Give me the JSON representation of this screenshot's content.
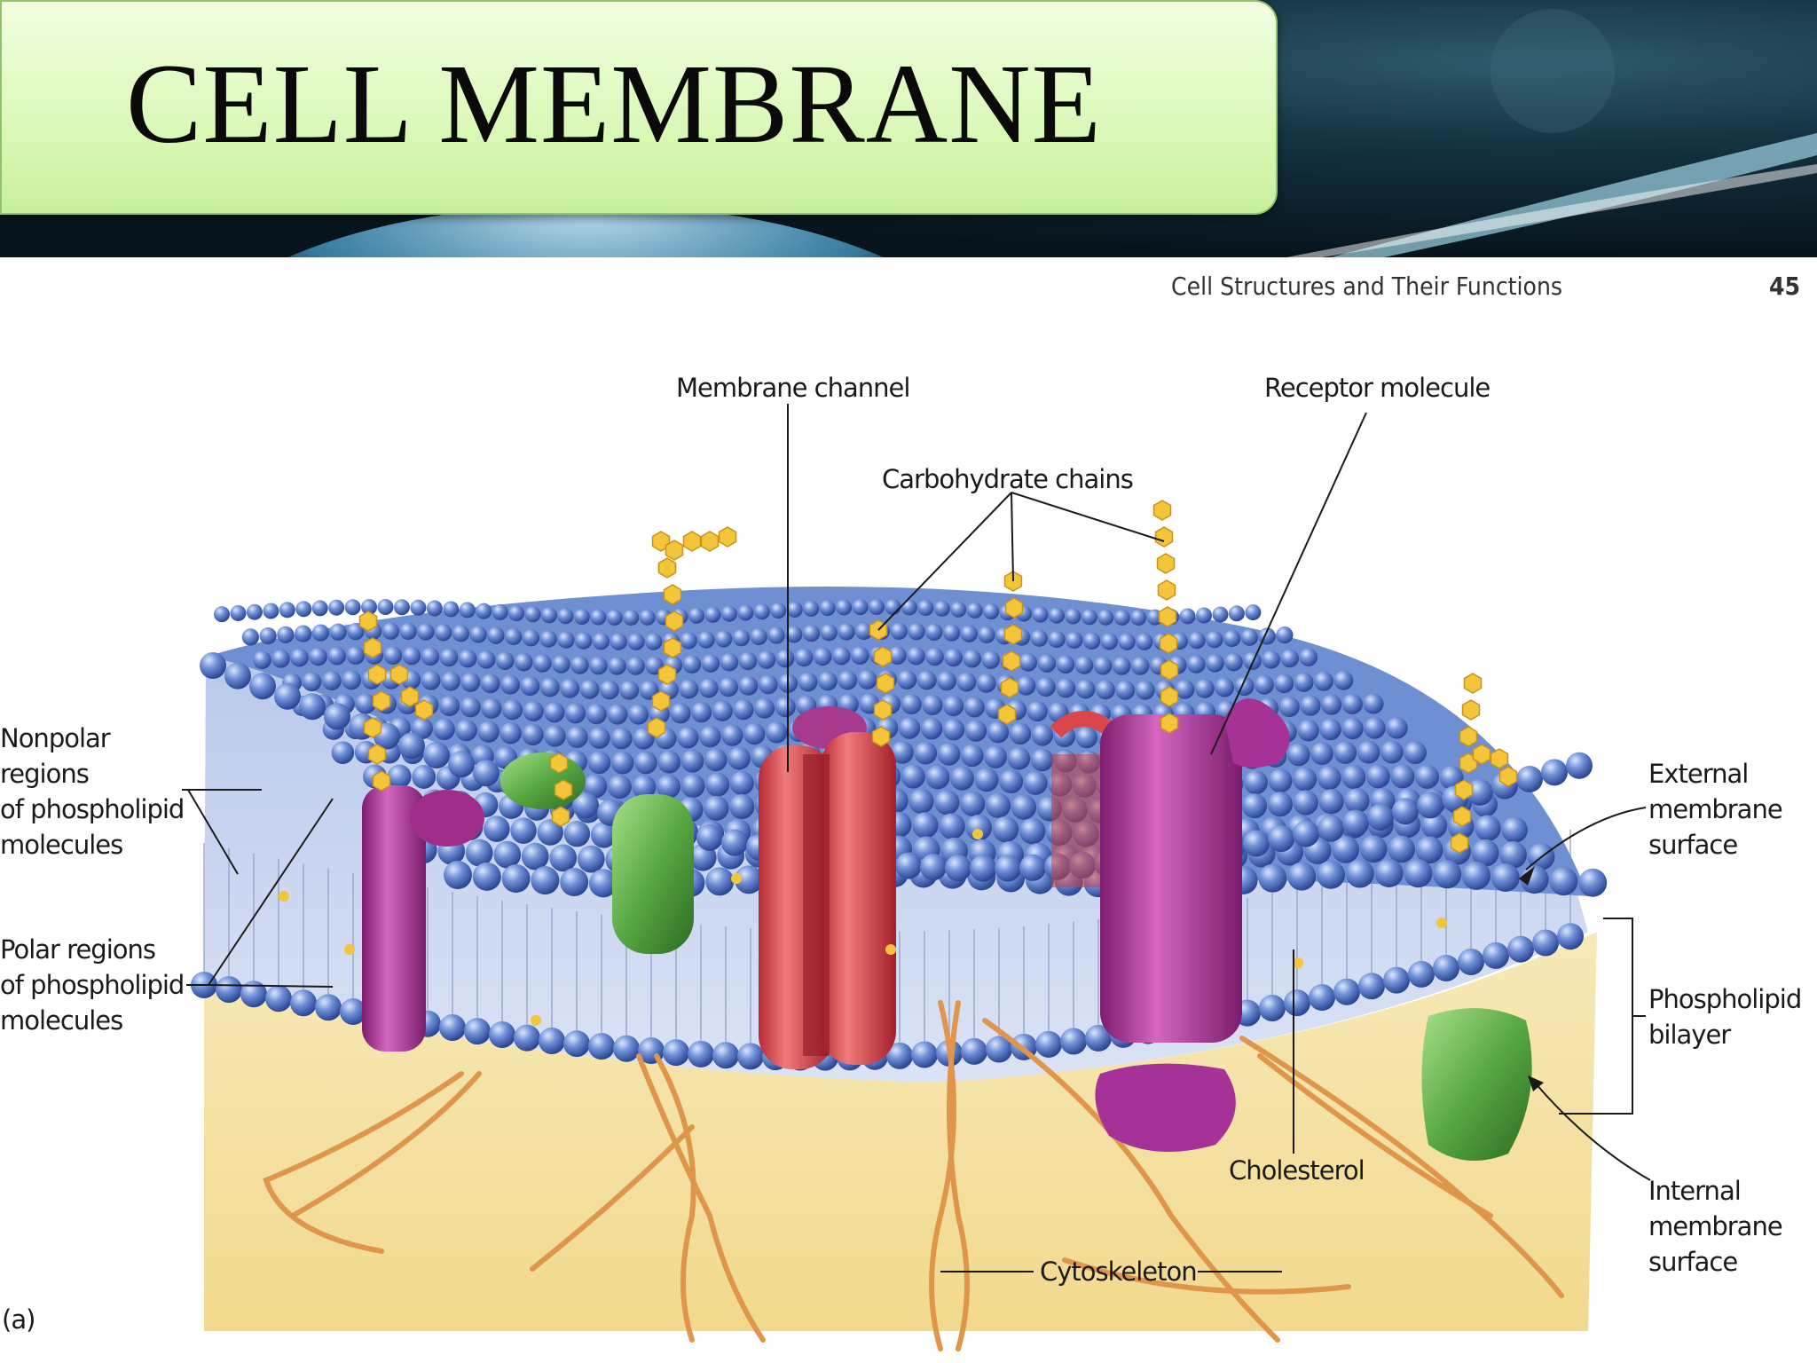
{
  "slide": {
    "title": "CELL MEMBRANE"
  },
  "page_header": {
    "section": "Cell Structures and Their Functions",
    "page_number": "45"
  },
  "diagram": {
    "labels": {
      "membrane_channel": "Membrane channel",
      "receptor_molecule": "Receptor molecule",
      "carbohydrate_chains": "Carbohydrate chains",
      "nonpolar_regions": [
        "Nonpolar",
        "regions",
        "of phospholipid",
        "molecules"
      ],
      "polar_regions": [
        "Polar regions",
        "of phospholipid",
        "molecules"
      ],
      "external_surface": [
        "External",
        "membrane",
        "surface"
      ],
      "bilayer": [
        "Phospholipid",
        "bilayer"
      ],
      "internal_surface": [
        "Internal",
        "membrane",
        "surface"
      ],
      "cholesterol": "Cholesterol",
      "cytoskeleton": "Cytoskeleton",
      "panel_letter": "(a)"
    }
  },
  "colors": {
    "title_box": "#d6f7b0",
    "phospholipid_head": "#5b7fc8",
    "channel_protein": "#d9464b",
    "receptor_protein": "#b0329a",
    "green_protein": "#5aa845",
    "carbohydrate": "#f4c43a",
    "cytoskeleton": "#e0964a",
    "cytoplasm": "#f0dc9a"
  }
}
